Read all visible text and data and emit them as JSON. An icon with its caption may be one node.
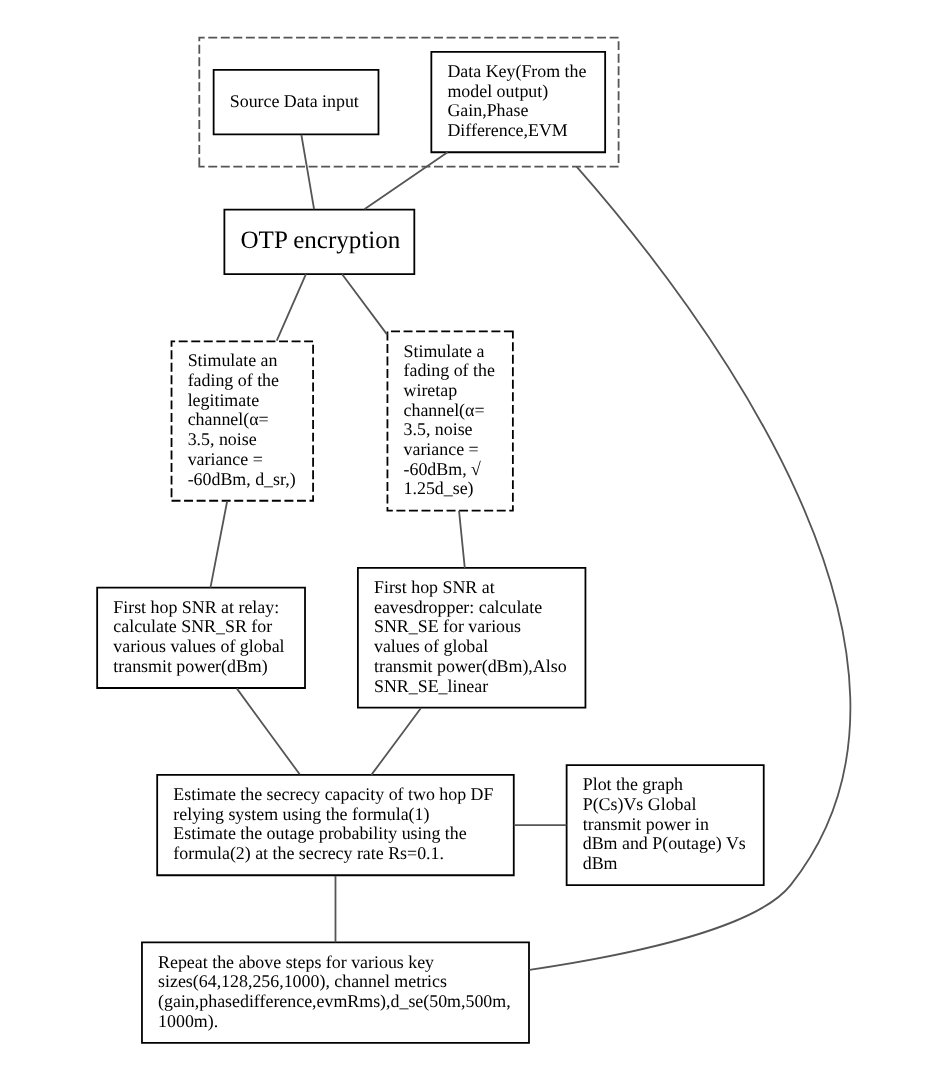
{
  "diagram": {
    "nodes": [
      {
        "text": [],
        "shape": "box"
      },
      {
        "text": [
          "Data Key(From the model output) Gain,Phase Difference,EVM"
        ],
        "in": 0
      },
      {
        "text": [
          "Source Data input"
        ],
        "in": 0
      },
      {
        "text": [
          "OTP encryption"
        ]
      },
      {
        "text": [
          "Stimulate an fading of the legitimate channel(α= 3.5, noise variance = -60dBm, d_sr,)"
        ]
      },
      {
        "text": [
          "Stimulate a fading of the wiretap channel(α= 3.5, noise variance = -60dBm, √ 1.25d_se)"
        ]
      },
      {
        "text": [
          "First hop SNR at relay: calculate SNR_SR for various values of global transmit power(dBm)"
        ]
      },
      {
        "text": [
          "First hop SNR at eavesdropper: calculate SNR_SE for various values of global transmit power(dBm),Also SNR_SE_linear"
        ]
      },
      {
        "text": [
          "Estimate the secrecy capacity of two hop DF relying system using the formula(1)",
          "Estimate the outage probability using the formula(2) at the secrecy rate Rs=0.1."
        ]
      },
      {
        "text": [
          "Plot the graph P(Cs)Vs Global transmit power in dBm and P(outage) Vs dBm"
        ]
      },
      {
        "text": [
          "Repeat the above steps for various key sizes(64,128,256,1000), channel metrics (gain,phasedifference,evmRms),d_se(50m,500m, 1000m)."
        ]
      }
    ],
    "edges": [
      {
        "from": 1,
        "to": 3,
        "arrow": "none"
      },
      {
        "from": 2,
        "to": 3,
        "arrow": "none"
      },
      {
        "from": 3,
        "to": 4,
        "arrow": "none"
      },
      {
        "from": 3,
        "to": 5,
        "arrow": "none"
      },
      {
        "from": 4,
        "to": 6,
        "arrow": "none"
      },
      {
        "from": 5,
        "to": 7,
        "arrow": "none"
      },
      {
        "from": 6,
        "to": 8,
        "arrow": "none"
      },
      {
        "from": 7,
        "to": 8,
        "arrow": "none"
      },
      {
        "from": 8,
        "to": 9,
        "arrow": "none"
      },
      {
        "from": 8,
        "to": 10,
        "arrow": "none"
      },
      {
        "from": 10,
        "to": 0,
        "arrow": "none"
      }
    ]
  }
}
